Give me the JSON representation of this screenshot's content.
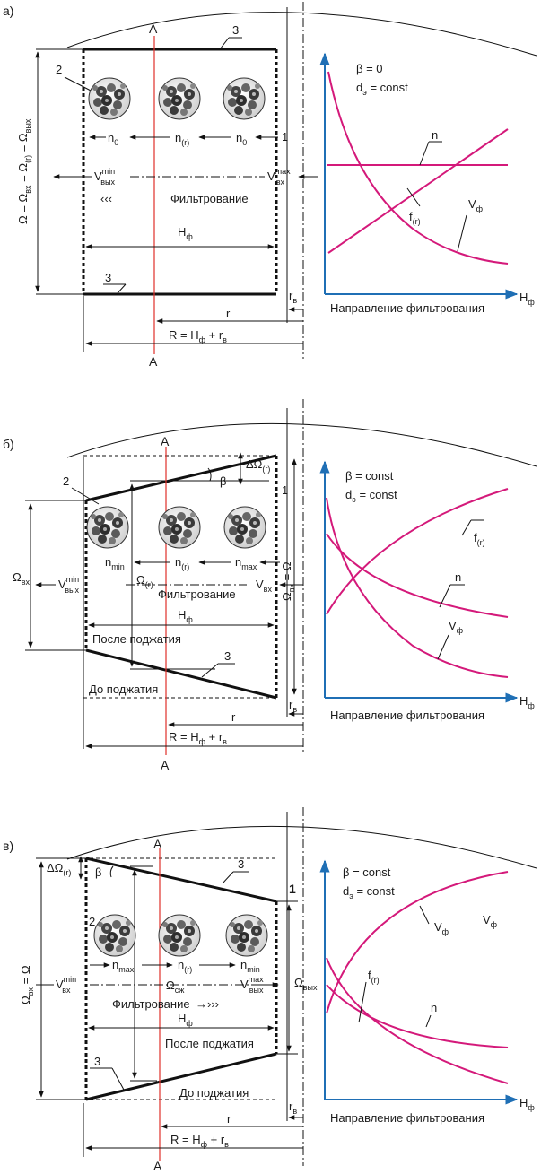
{
  "panels": [
    {
      "id": "a",
      "letter": "а)",
      "section_label": "A",
      "numbers": {
        "wall": "3",
        "grain": "2",
        "inlet": "1"
      },
      "omega_formula": "Ω = Ω",
      "omega_sub": "вх",
      "omega_tail": " = Ω",
      "omega_sub2": "(r)",
      "omega_tail2": " = Ω",
      "omega_sub3": "вых",
      "n_left": "n",
      "n_left_sub": "0",
      "n_mid": "n",
      "n_mid_sub": "(r)",
      "n_right": "n",
      "n_right_sub": "0",
      "v_left": "V",
      "v_left_sup": "min",
      "v_left_sub": "вых",
      "v_right": "V",
      "v_right_sup": "max",
      "v_right_sub": "вх",
      "filtration": "Фильтрование",
      "h": "H",
      "h_sub": "ф",
      "r": "r",
      "rv": "r",
      "rv_sub": "в",
      "R": "R = H",
      "R_sub": "ф",
      "R_tail": " + r",
      "R_sub2": "в",
      "graph": {
        "beta": "β = 0",
        "d": "d",
        "d_sub": "э",
        "d_tail": " = const",
        "curve_n": "n",
        "curve_f": "f",
        "curve_f_sub": "(r)",
        "curve_v": "V",
        "curve_v_sub": "ф",
        "axis_label": "Направление фильтрования",
        "axis_h": "H",
        "axis_h_sub": "ф"
      }
    },
    {
      "id": "b",
      "letter": "б)",
      "section_label": "A",
      "numbers": {
        "wall": "3",
        "grain": "2",
        "inlet": "1"
      },
      "delta_omega": "ΔΩ",
      "delta_omega_sub": "(r)",
      "beta_mark": "β",
      "omega_in": "Ω",
      "omega_in_sub": "вх",
      "omega_r": "Ω",
      "omega_r_sub": "(r)",
      "omega_right": "Ω",
      "omega_right_sub": "вх",
      "omega_right_tail": " = Ω",
      "n_left": "n",
      "n_left_sub": "min",
      "n_mid": "n",
      "n_mid_sub": "(r)",
      "n_right": "n",
      "n_right_sub": "max",
      "v_left": "V",
      "v_left_sup": "min",
      "v_left_sub": "вых",
      "v_right": "V",
      "v_right_sub": "вх",
      "filtration": "Фильтрование",
      "h": "H",
      "h_sub": "ф",
      "after": "После поджатия",
      "before": "До поджатия",
      "r": "r",
      "rv": "r",
      "rv_sub": "в",
      "R": "R = H",
      "R_sub": "ф",
      "R_tail": " + r",
      "R_sub2": "в",
      "graph": {
        "beta": "β = const",
        "d": "d",
        "d_sub": "э",
        "d_tail": " = const",
        "curve_n": "n",
        "curve_f": "f",
        "curve_f_sub": "(r)",
        "curve_v": "V",
        "curve_v_sub": "ф",
        "axis_label": "Направление фильтрования",
        "axis_h": "H",
        "axis_h_sub": "ф"
      }
    },
    {
      "id": "c",
      "letter": "в)",
      "section_label": "A",
      "numbers": {
        "wall": "3",
        "grain": "2",
        "inlet": "1",
        "wall2": "3"
      },
      "delta_omega": "ΔΩ",
      "delta_omega_sub": "(r)",
      "beta_mark": "β",
      "omega_left": "Ω",
      "omega_left_sub": "вх",
      "omega_left_tail": " = Ω",
      "omega_out": "Ω",
      "omega_out_sub": "вых",
      "omega_sj": "Ω",
      "omega_sj_sub": "сж",
      "n_left": "n",
      "n_left_sub": "max",
      "n_mid": "n",
      "n_mid_sub": "(r)",
      "n_right": "n",
      "n_right_sub": "min",
      "v_left": "V",
      "v_left_sup": "min",
      "v_left_sub": "вх",
      "v_right": "V",
      "v_right_sup": "max",
      "v_right_sub": "вых",
      "filtration": "Фильтрование",
      "h": "H",
      "h_sub": "ф",
      "after": "После поджатия",
      "before": "До поджатия",
      "r": "r",
      "rv": "r",
      "rv_sub": "в",
      "R": "R = H",
      "R_sub": "ф",
      "R_tail": " + r",
      "R_sub2": "в",
      "graph": {
        "beta": "β = const",
        "d": "d",
        "d_sub": "э",
        "d_tail": " = const",
        "curve_v": "V",
        "curve_v_sub": "ф",
        "extra_v": "V",
        "extra_v_sub": "ф",
        "curve_f": "f",
        "curve_f_sub": "(r)",
        "curve_n": "n",
        "axis_label": "Направление фильтрования",
        "axis_h": "H",
        "axis_h_sub": "ф"
      }
    }
  ],
  "colors": {
    "section_line": "#e0302a",
    "curves": "#d4197a",
    "axes": "#1f6fb5"
  },
  "icons": [
    "filter-grain-icon",
    "arrow-left-icon",
    "arrow-right-icon"
  ]
}
